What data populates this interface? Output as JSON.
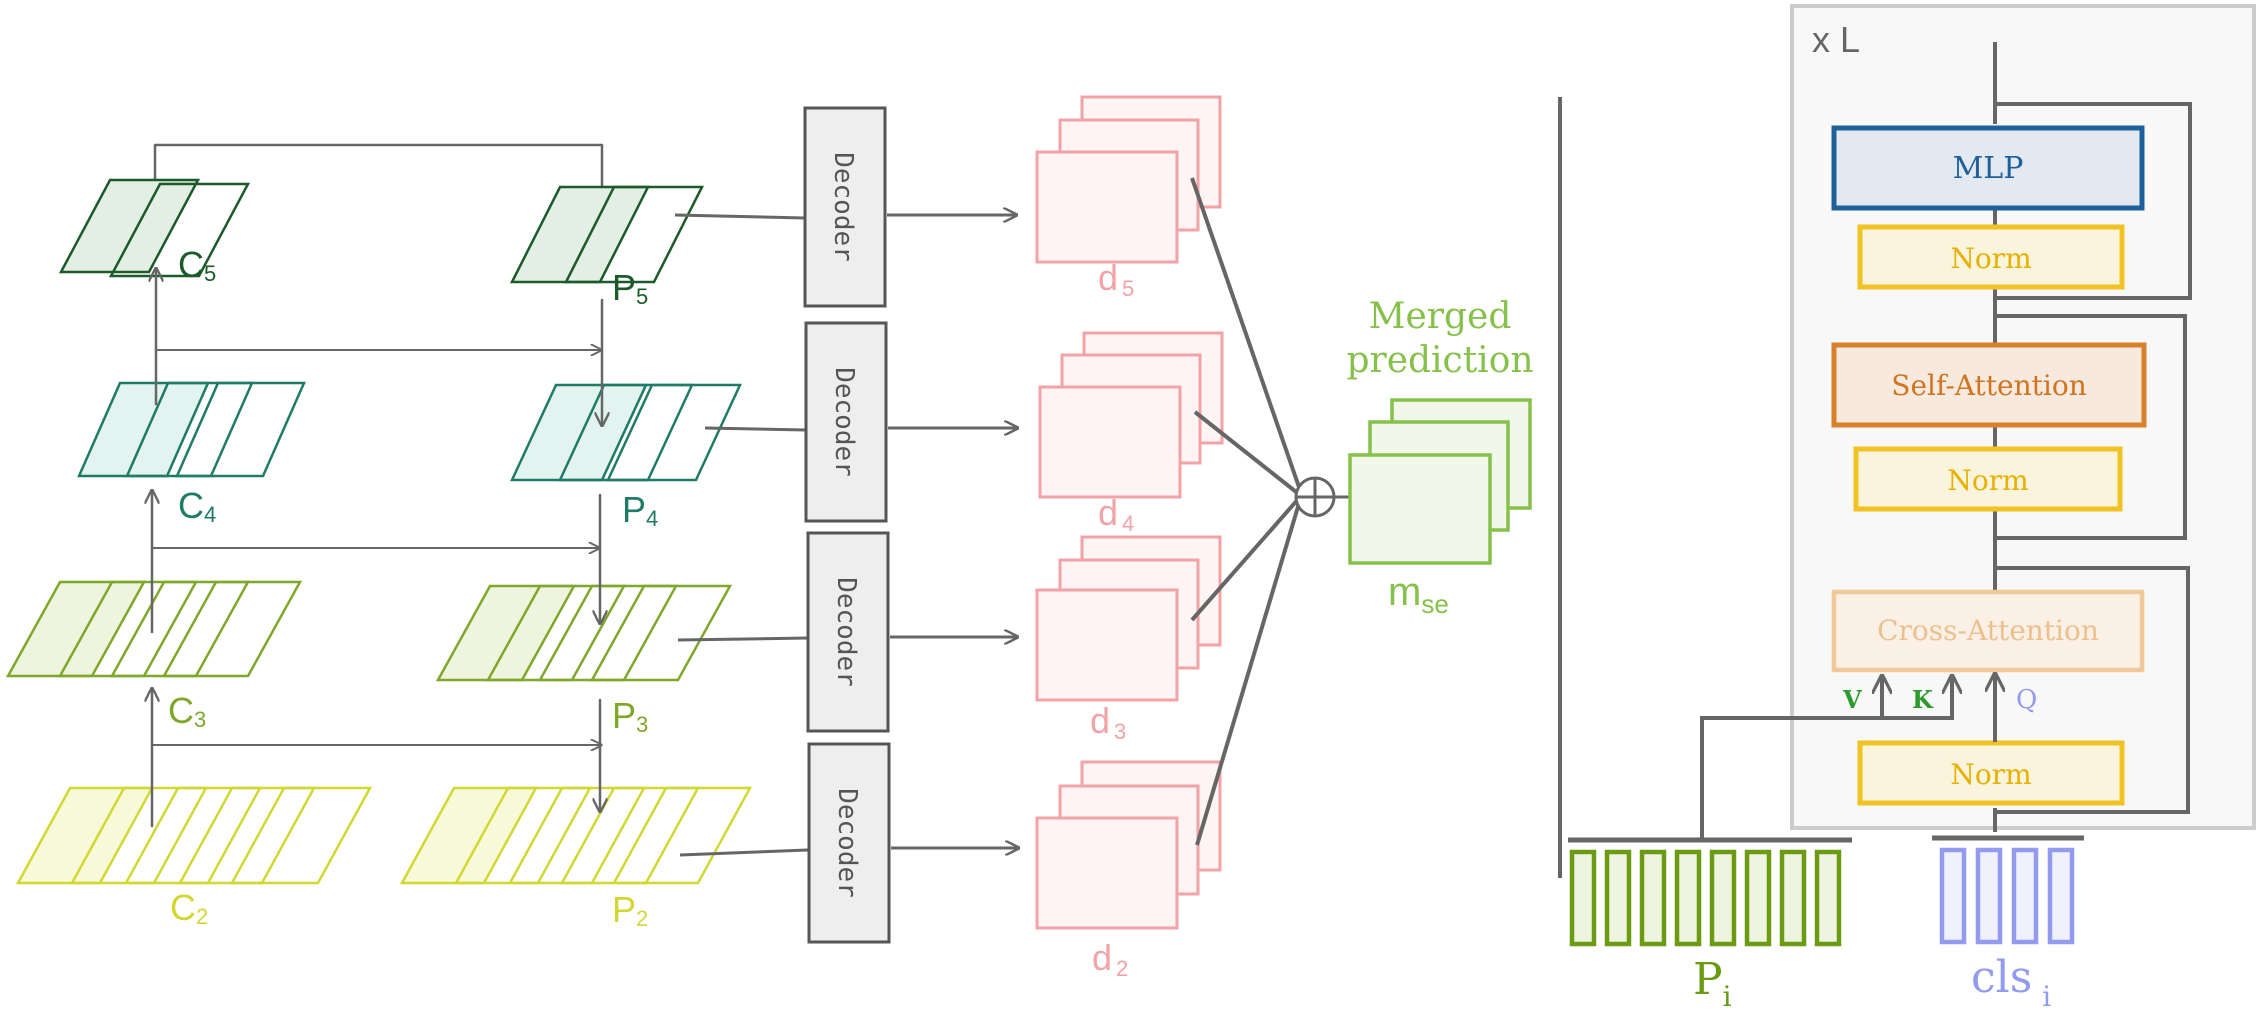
{
  "colors": {
    "c5": "#1d5a2a",
    "c4": "#1f7a66",
    "c3": "#7fa82a",
    "c2": "#d1d832",
    "decoder": "#555555",
    "pred": "#f2a3a8",
    "merged": "#86c14b",
    "mlp": "#1f5f9a",
    "attn": "#d9802a",
    "norm": "#f0c322",
    "cross": "#efc99a",
    "pi": "#6b9a13",
    "cls": "#939bef",
    "arrow": "#666666"
  },
  "pyramid": {
    "c_labels": [
      {
        "main": "C",
        "sub": "5"
      },
      {
        "main": "C",
        "sub": "4"
      },
      {
        "main": "C",
        "sub": "3"
      },
      {
        "main": "C",
        "sub": "2"
      }
    ],
    "p_labels": [
      {
        "main": "P",
        "sub": "5"
      },
      {
        "main": "P",
        "sub": "4"
      },
      {
        "main": "P",
        "sub": "3"
      },
      {
        "main": "P",
        "sub": "2"
      }
    ]
  },
  "decoders": [
    "Decoder",
    "Decoder",
    "Decoder",
    "Decoder"
  ],
  "predictions": [
    {
      "main": "d",
      "sub": "5"
    },
    {
      "main": "d",
      "sub": "4"
    },
    {
      "main": "d",
      "sub": "3"
    },
    {
      "main": "d",
      "sub": "2"
    }
  ],
  "merged": {
    "title_line1": "Merged",
    "title_line2": "prediction",
    "label_main": "m",
    "label_sub": "se"
  },
  "transformer": {
    "repeat": "x L",
    "mlp": "MLP",
    "norm_top": "Norm",
    "self_attention": "Self-Attention",
    "norm_mid": "Norm",
    "cross_attention": "Cross-Attention",
    "norm_bottom": "Norm",
    "v": "V",
    "k": "K",
    "q": "Q"
  },
  "tokens": {
    "pi_main": "P",
    "pi_sub": "i",
    "cls_main": "cls",
    "cls_sub": "i"
  }
}
